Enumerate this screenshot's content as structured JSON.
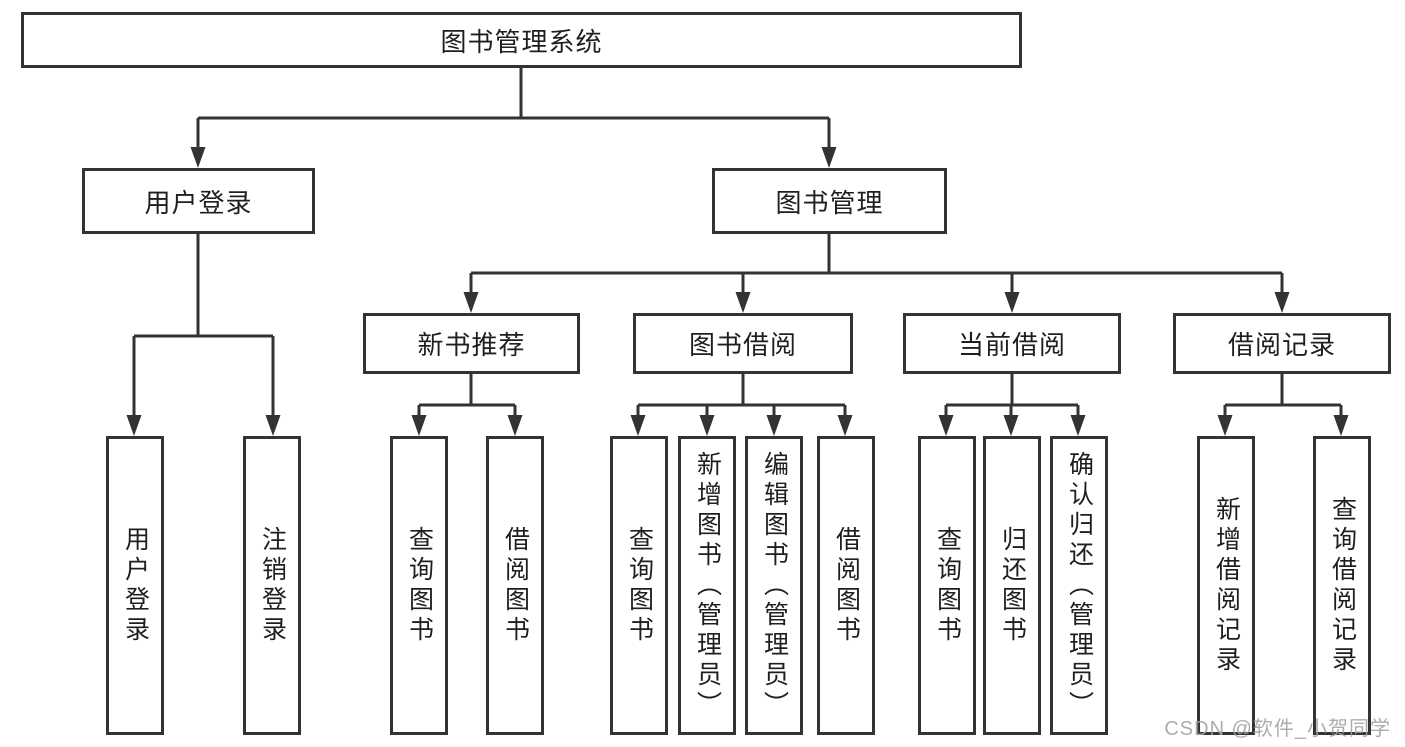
{
  "watermark": "CSDN @软件_小贺同学",
  "colors": {
    "line": "#333333",
    "text": "#1f1f1f",
    "watermark": "#a3a3a3",
    "background": "#ffffff"
  },
  "nodes": {
    "root": "图书管理系统",
    "login": "用户登录",
    "manage": "图书管理",
    "login_children": [
      "用户登录",
      "注销登录"
    ],
    "manage_children": [
      {
        "label": "新书推荐",
        "children": [
          "查询图书",
          "借阅图书"
        ]
      },
      {
        "label": "图书借阅",
        "children": [
          "查询图书",
          "新增图书（管理员）",
          "编辑图书（管理员）",
          "借阅图书"
        ]
      },
      {
        "label": "当前借阅",
        "children": [
          "查询图书",
          "归还图书",
          "确认归还（管理员）"
        ]
      },
      {
        "label": "借阅记录",
        "children": [
          "新增借阅记录",
          "查询借阅记录"
        ]
      }
    ]
  }
}
